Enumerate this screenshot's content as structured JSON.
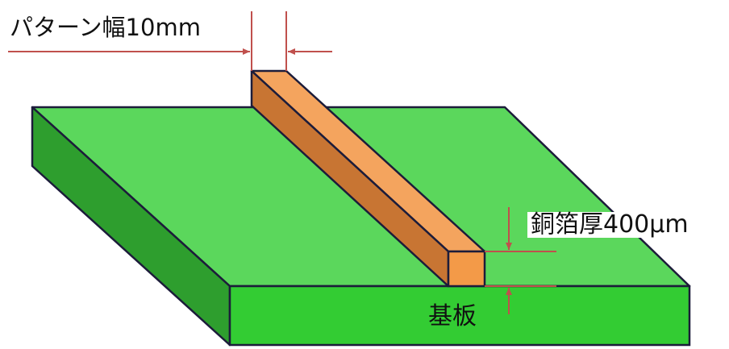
{
  "labels": {
    "pattern_width": "パターン幅10mm",
    "copper_thickness": "銅箔厚400μm",
    "substrate": "基板"
  },
  "colors": {
    "substrate_top": "#5bd75c",
    "substrate_front": "#33cc33",
    "substrate_side": "#2e9e2e",
    "copper_top": "#f4a45e",
    "copper_side": "#c87533",
    "copper_front": "#f39a48",
    "outline": "#1c1c3a",
    "dimension_arrow": "#c0504d"
  }
}
